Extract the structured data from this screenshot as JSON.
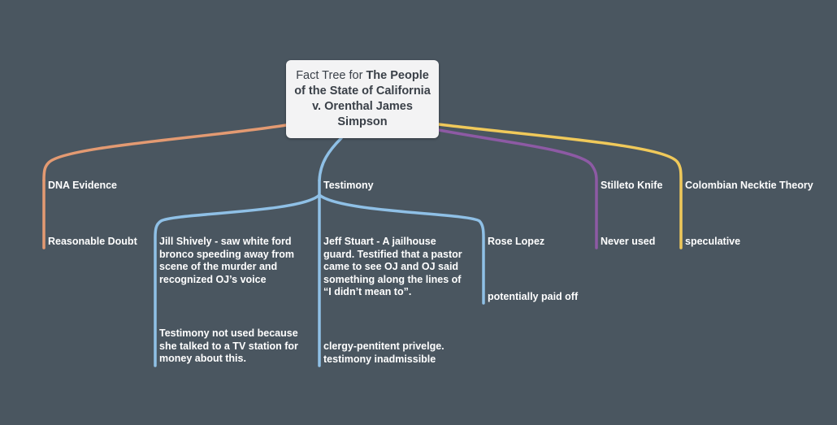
{
  "root": {
    "prefix": "Fact Tree for ",
    "title": "The People of the State of California v. Orenthal James Simpson"
  },
  "colors": {
    "background": "#4a5660",
    "dna": "#e39a72",
    "testimony": "#8fc0e6",
    "knife": "#8d5aa4",
    "necktie": "#f0c95a"
  },
  "branches": {
    "dna": {
      "label": "DNA Evidence",
      "child": "Reasonable Doubt"
    },
    "testimony": {
      "label": "Testimony",
      "shively": {
        "text": [
          "Jill Shively - saw white ford",
          "bronco speeding away from",
          "scene of the murder and",
          "recognized OJ’s voice"
        ],
        "child": [
          "Testimony not used because",
          "she talked to a TV station for",
          "money about this."
        ]
      },
      "stuart": {
        "text": [
          "Jeff Stuart - A jailhouse",
          "guard. Testified that a pastor",
          "came to see OJ and OJ said",
          "something along the lines of",
          "“I didn’t mean to”."
        ],
        "child": [
          "clergy-pentitent privelge.",
          "testimony inadmissible"
        ]
      },
      "lopez": {
        "text": "Rose Lopez",
        "child": "potentially paid off"
      }
    },
    "knife": {
      "label": "Stilleto Knife",
      "child": "Never used"
    },
    "necktie": {
      "label": "Colombian Necktie Theory",
      "child": "speculative"
    }
  }
}
